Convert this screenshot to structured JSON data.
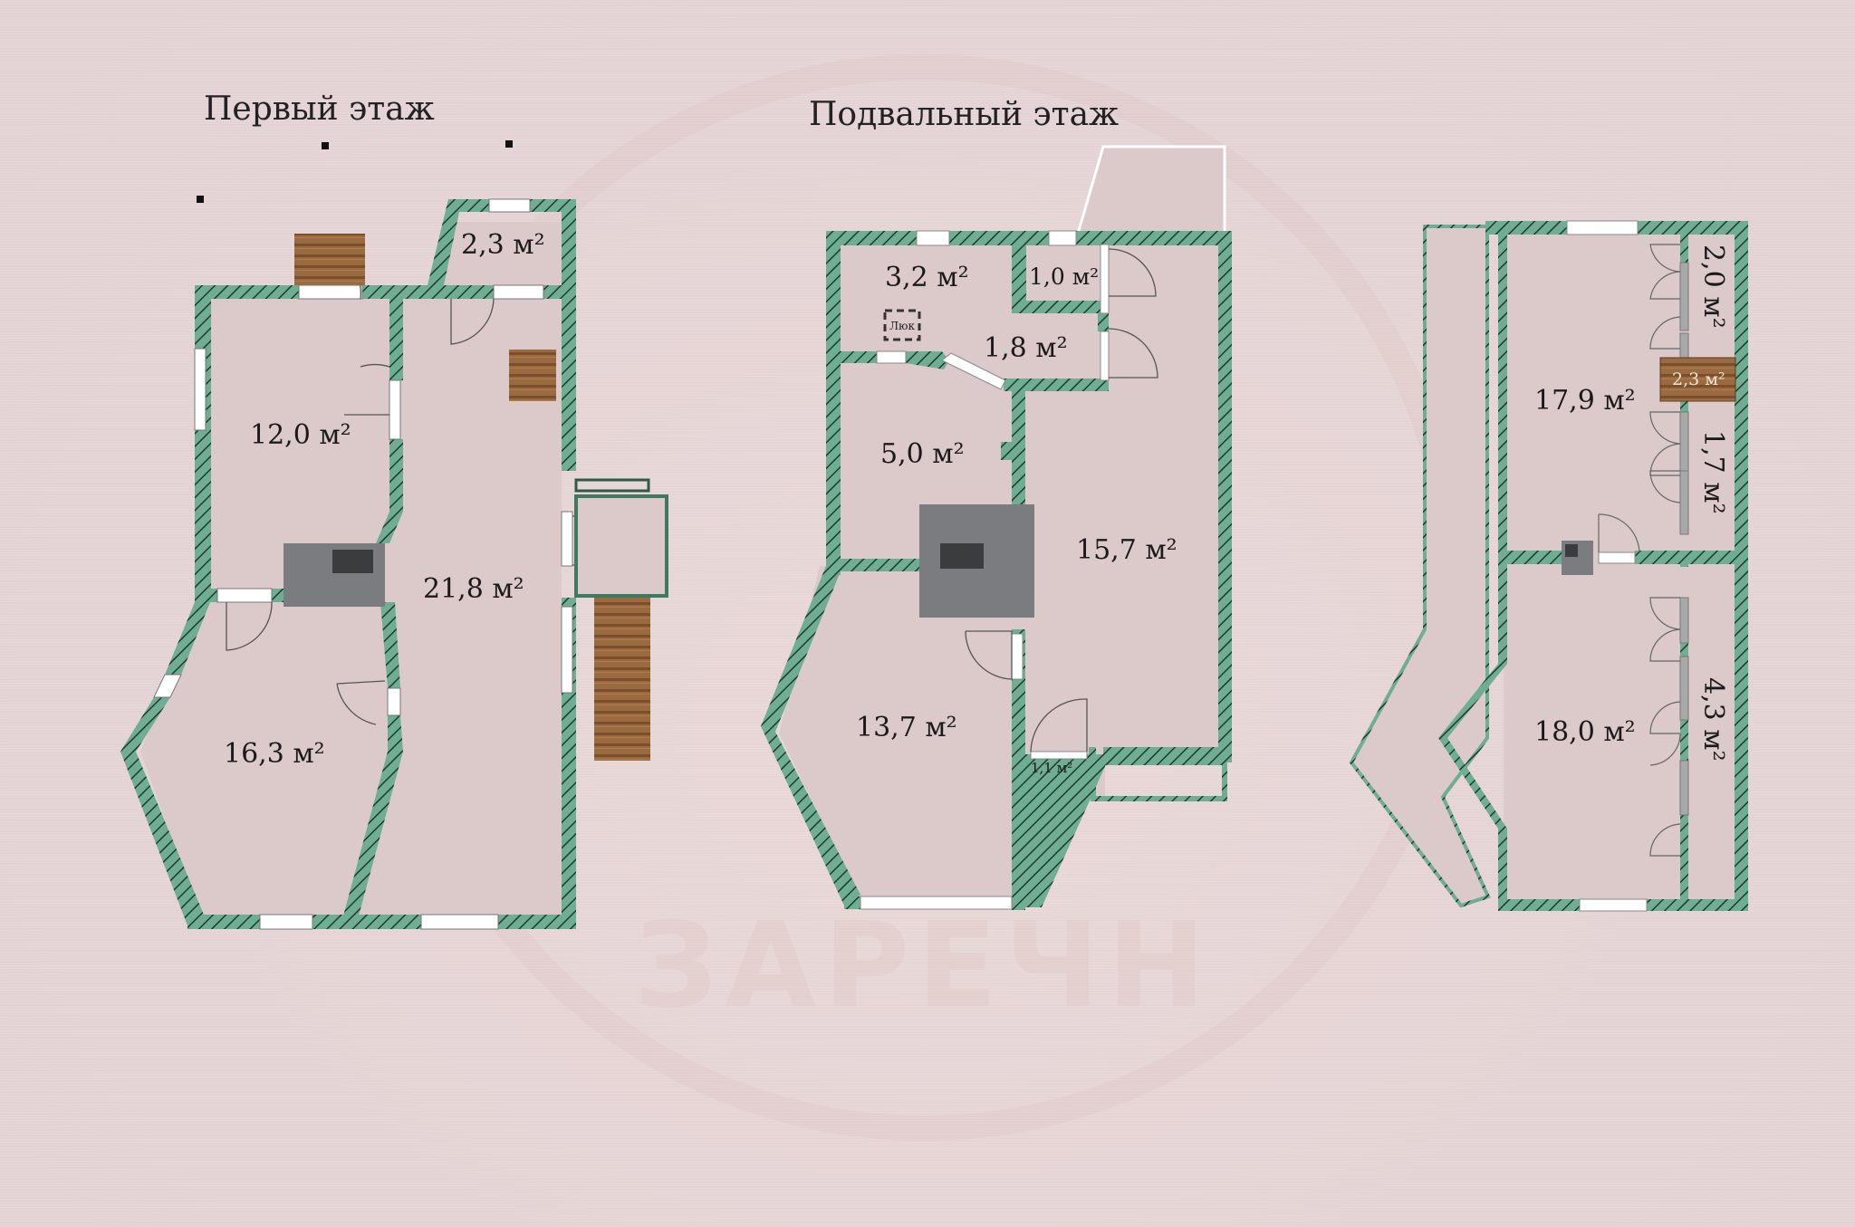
{
  "floors": {
    "first": {
      "title": "Первый этаж",
      "rooms": [
        {
          "id": "r1",
          "area": "2,3 м²"
        },
        {
          "id": "r2",
          "area": "12,0 м²"
        },
        {
          "id": "r3",
          "area": "21,8 м²"
        },
        {
          "id": "r4",
          "area": "16,3 м²"
        }
      ]
    },
    "basement": {
      "title": "Подвальный этаж",
      "hatch_label": "Люк",
      "rooms": [
        {
          "id": "b1",
          "area": "3,2 м²"
        },
        {
          "id": "b2",
          "area": "1,0 м²"
        },
        {
          "id": "b3",
          "area": "1,8 м²"
        },
        {
          "id": "b4",
          "area": "5,0 м²"
        },
        {
          "id": "b5",
          "area": "15,7 м²"
        },
        {
          "id": "b6",
          "area": "13,7 м²"
        },
        {
          "id": "b7",
          "area": "1,1 м²"
        }
      ]
    },
    "third": {
      "rooms": [
        {
          "id": "t1",
          "area": "2,0 м²"
        },
        {
          "id": "t2",
          "area": "17,9 м²"
        },
        {
          "id": "t3",
          "area": "2,3 м²"
        },
        {
          "id": "t4",
          "area": "1,7 м²"
        },
        {
          "id": "t5",
          "area": "18,0 м²"
        },
        {
          "id": "t6",
          "area": "4,3 м²"
        }
      ]
    }
  },
  "colors": {
    "background": "#e6d5d6",
    "wall": "#6fae93",
    "wall_hatch": "#1e3a30",
    "floor": "#dcc8c9",
    "stove": "#7a7c80",
    "stove_inner": "#3a3c3e",
    "stairs": "#8a5a34"
  }
}
